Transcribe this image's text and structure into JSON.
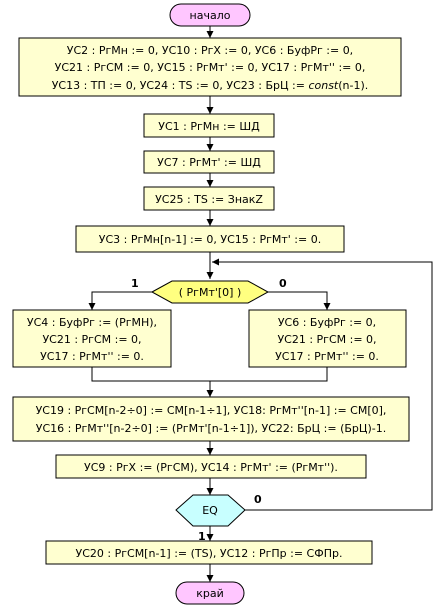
{
  "flowchart": {
    "start": "начало",
    "end": "край",
    "init": {
      "line1": "УС2 : РгМн := 0,  УС10 : РгХ := 0,  УС6 : БуфРг := 0,",
      "line2": "УС21 : РгСМ := 0,  УС15 : РгМт' := 0,  УС17 : РгМт'' := 0,",
      "line3a": "УС13 : ТП := 0,  УС24 : TS := 0,  УС23 : БрЦ := ",
      "line3b": "const",
      "line3c": "(n-1)."
    },
    "step_us1": "УС1 : РгМн := ШД",
    "step_us7": "УС7 : РгМт' := ШД",
    "step_us25": "УС25 : TS := ЗнакZ",
    "step_us3": "УС3 : РгМн[n-1] := 0,    УС15 : РгМт' := 0.",
    "decision_1": "( РгМт'[0] )",
    "branch_1_label": "1",
    "branch_0_label": "0",
    "left_box": {
      "line1": "УС4 : БуфРг := (РгМН),",
      "line2": "УС21 : РгСМ := 0,",
      "line3": "УС17 : РгМт'' := 0."
    },
    "right_box": {
      "line1": "УС6 : БуфРг := 0,",
      "line2": "УС21 : РгСМ := 0,",
      "line3": "УС17 : РгМт'' := 0."
    },
    "shift_box": {
      "line1": "УС19 : РгСМ[n-2÷0] := СМ[n-1÷1],  УС18: РгМт''[n-1] := СМ[0],",
      "line2": "УС16 : РгМт''[n-2÷0] := (РгМт'[n-1÷1]),  УС22: БрЦ := (БрЦ)-1."
    },
    "step_us9": "УС9 : РгХ := (РгСМ),    УС14 : РгМт' := (РгМт'').",
    "decision_eq": "EQ",
    "eq_yes_label": "1",
    "eq_no_label": "0",
    "step_us20": "УС20 : РгСМ[n-1] := (TS),    УС12 : РгПр := СФПр."
  }
}
